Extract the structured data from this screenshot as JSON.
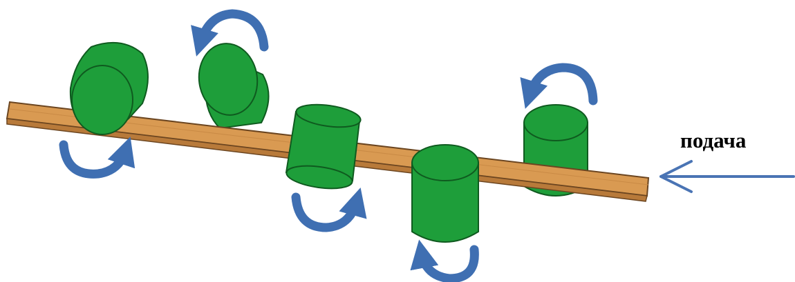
{
  "diagram": {
    "feed_label": "подача",
    "colors": {
      "roller_fill": "#1e9e3a",
      "roller_stroke": "#0f5a1f",
      "strip_top": "#d99a52",
      "strip_side": "#b87a3a",
      "strip_stroke": "#6b4520",
      "arrow": "#3f6fb2",
      "feed_arrow": "#4a74b4"
    },
    "rollers": [
      {
        "id": "roller-1",
        "rotation_arrow_icon": "rotation-arrow-icon"
      },
      {
        "id": "roller-2",
        "rotation_arrow_icon": "rotation-arrow-icon"
      },
      {
        "id": "roller-3",
        "rotation_arrow_icon": "rotation-arrow-icon"
      },
      {
        "id": "roller-4",
        "rotation_arrow_icon": "rotation-arrow-icon"
      },
      {
        "id": "roller-5",
        "rotation_arrow_icon": "rotation-arrow-icon"
      }
    ],
    "feed_arrow_icon": "feed-arrow-icon"
  }
}
